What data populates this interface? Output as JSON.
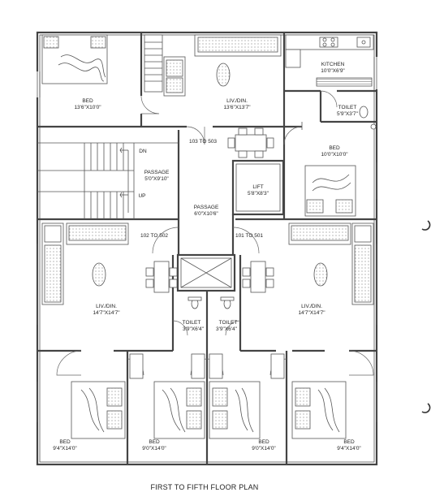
{
  "rooms": [
    {
      "name": "BED",
      "size": "13'6\"X10'0\""
    },
    {
      "name": "LIV./DIN.",
      "size": "13'6\"X13'7\""
    },
    {
      "name": "KITCHEN",
      "size": "10'0\"X6'9\""
    },
    {
      "name": "TOILET",
      "size": "5'9\"X3'7\""
    },
    {
      "name": "BED",
      "size": "10'0\"X10'0\""
    },
    {
      "name": "PASSAGE",
      "size": "5'0\"X9'10\""
    },
    {
      "name": "LIFT",
      "size": "5'8\"X8'3\""
    },
    {
      "name": "PASSAGE",
      "size": "6'0\"X10'6\""
    },
    {
      "name": "LIV./DIN.",
      "size": "14'7\"X14'7\""
    },
    {
      "name": "LIV./DIN.",
      "size": "14'7\"X14'7\""
    },
    {
      "name": "TOILET",
      "size": "3'9\"X6'4\""
    },
    {
      "name": "TOILET",
      "size": "3'9\"X6'4\""
    },
    {
      "name": "BED",
      "size": "9'4\"X14'0\""
    },
    {
      "name": "BED",
      "size": "9'0\"X14'0\""
    },
    {
      "name": "BED",
      "size": "9'0\"X14'0\""
    },
    {
      "name": "BED",
      "size": "9'4\"X14'0\""
    }
  ],
  "flat_numbers": [
    "103 TO 503",
    "102 TO 502",
    "101 TO 501"
  ],
  "stair_labels": {
    "down": "DN",
    "up": "UP"
  },
  "caption": "FIRST TO FIFTH FLOOR PLAN"
}
